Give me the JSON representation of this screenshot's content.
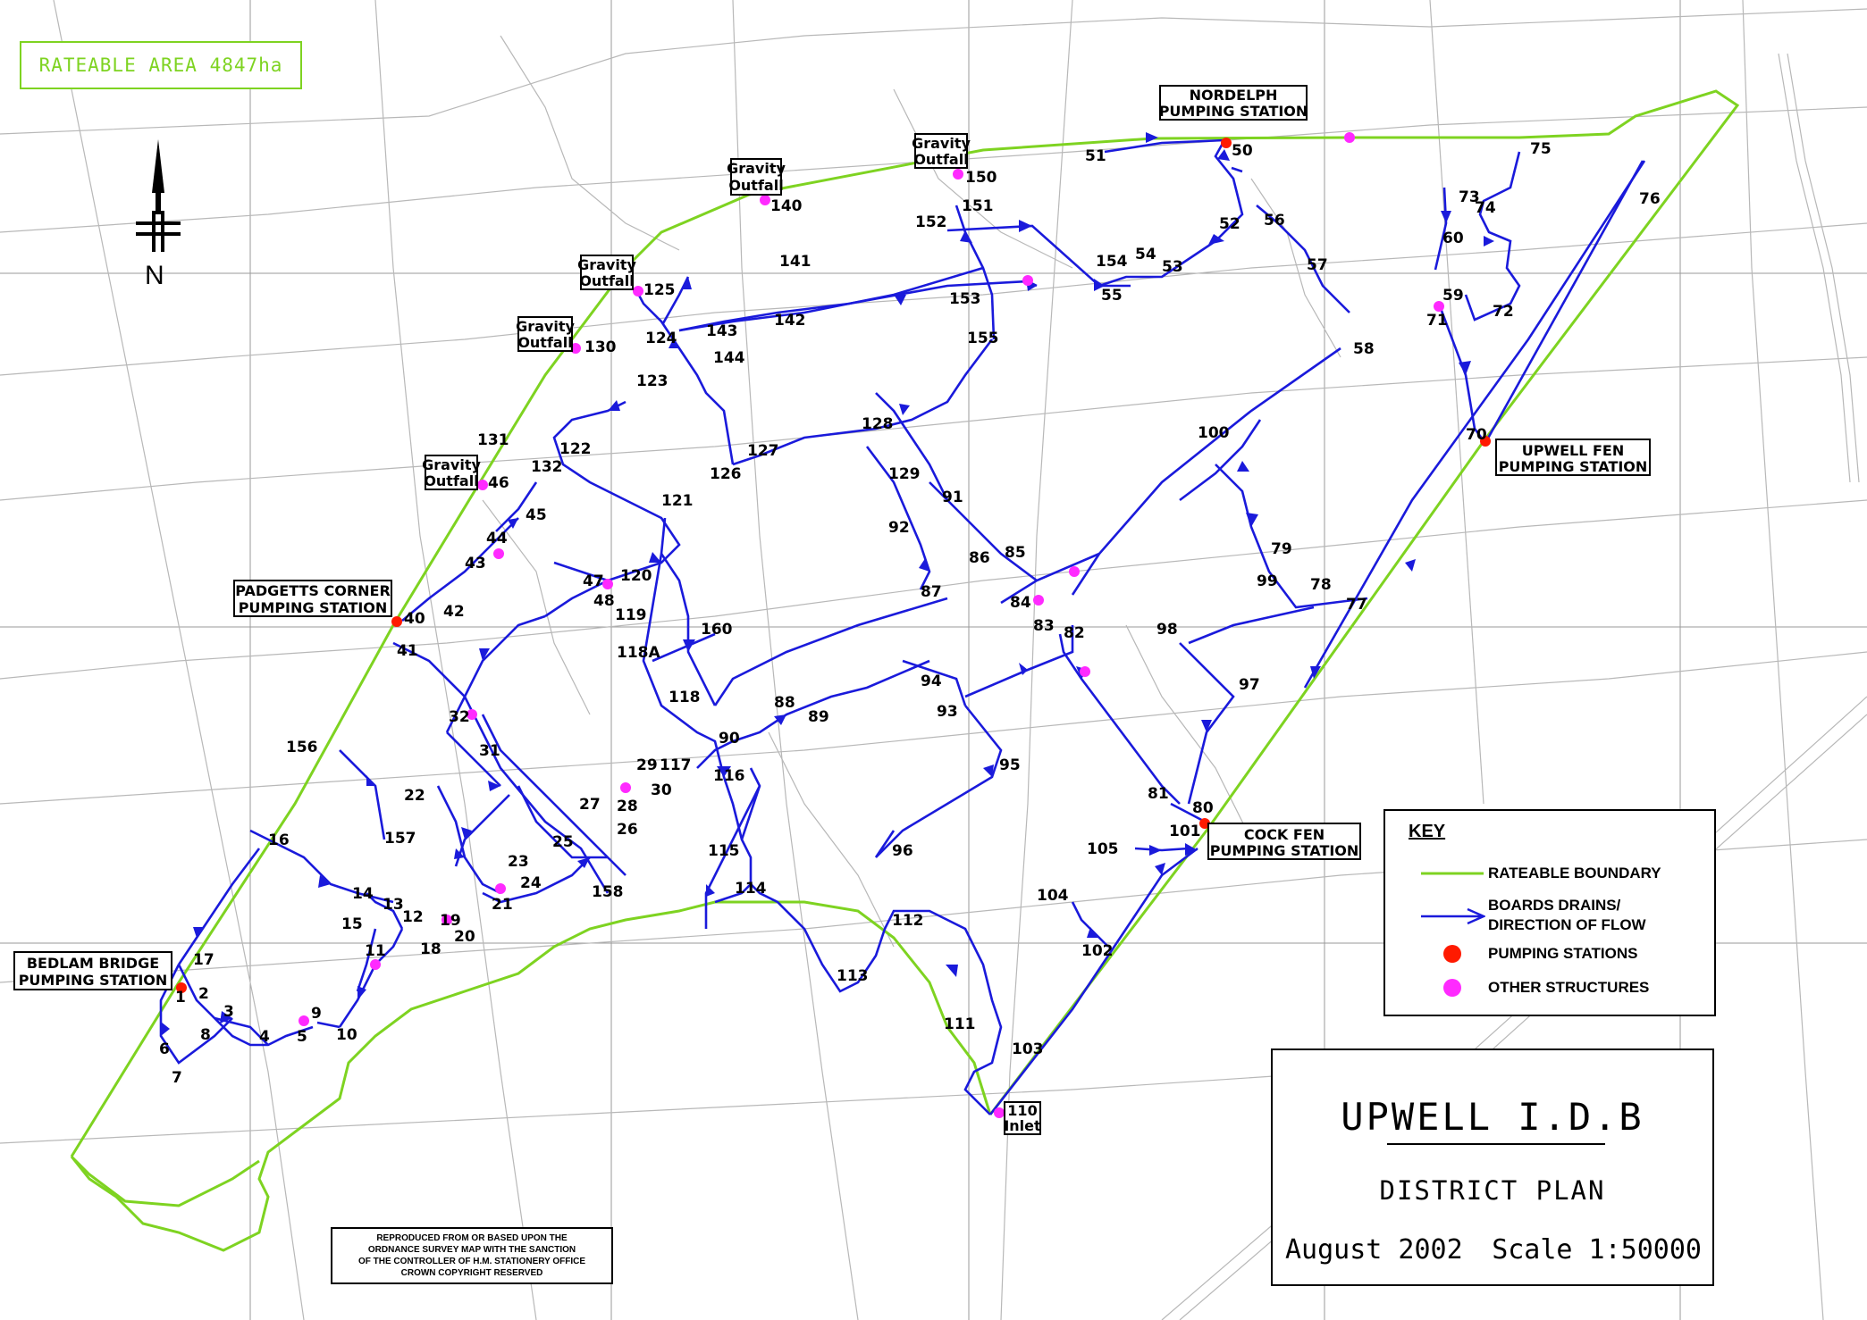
{
  "rateable_area": "RATEABLE AREA 4847ha",
  "north_label": "N",
  "title": {
    "main": "UPWELL I.D.B",
    "sub": "DISTRICT PLAN",
    "date": "August 2002",
    "scale": "Scale 1:50000"
  },
  "key": {
    "title": "KEY",
    "items": [
      {
        "label": "RATEABLE BOUNDARY",
        "symbol": "green-line"
      },
      {
        "label": "BOARDS DRAINS/",
        "label2": "DIRECTION OF FLOW",
        "symbol": "blue-arrow-line"
      },
      {
        "label": "PUMPING STATIONS",
        "symbol": "red-dot"
      },
      {
        "label": "OTHER STRUCTURES",
        "symbol": "magenta-dot"
      }
    ]
  },
  "copyright": [
    "REPRODUCED FROM OR BASED UPON THE",
    "ORDNANCE SURVEY MAP WITH THE SANCTION",
    "OF THE CONTROLLER OF H.M. STATIONERY OFFICE",
    "CROWN COPYRIGHT RESERVED"
  ],
  "colors": {
    "boundary": "#7ed321",
    "drain": "#1a1adb",
    "pumping_station": "#ff1a00",
    "other_structure": "#ff2aff"
  },
  "stations": [
    {
      "line1": "NORDELPH",
      "line2": "PUMPING STATION"
    },
    {
      "line1": "UPWELL FEN",
      "line2": "PUMPING STATION"
    },
    {
      "line1": "PADGETTS CORNER",
      "line2": "PUMPING STATION"
    },
    {
      "line1": "COCK FEN",
      "line2": "PUMPING STATION"
    },
    {
      "line1": "BEDLAM BRIDGE",
      "line2": "PUMPING STATION"
    }
  ],
  "outfalls": [
    {
      "line1": "Gravity",
      "line2": "Outfall"
    },
    {
      "line1": "Gravity",
      "line2": "Outfall"
    },
    {
      "line1": "Gravity",
      "line2": "Outfall"
    },
    {
      "line1": "Gravity",
      "line2": "Outfall"
    },
    {
      "line1": "Gravity",
      "line2": "Outfall"
    }
  ],
  "inlet": {
    "line1": "110",
    "line2": "Inlet"
  },
  "numbers": [
    "1",
    "2",
    "3",
    "4",
    "5",
    "6",
    "7",
    "8",
    "9",
    "10",
    "11",
    "12",
    "13",
    "14",
    "15",
    "16",
    "17",
    "18",
    "19",
    "20",
    "21",
    "22",
    "23",
    "24",
    "25",
    "26",
    "27",
    "28",
    "29",
    "30",
    "31",
    "32",
    "40",
    "41",
    "42",
    "43",
    "44",
    "45",
    "46",
    "47",
    "48",
    "50",
    "51",
    "52",
    "53",
    "54",
    "55",
    "56",
    "57",
    "58",
    "59",
    "60",
    "70",
    "71",
    "72",
    "73",
    "74",
    "75",
    "76",
    "77",
    "78",
    "79",
    "80",
    "81",
    "82",
    "83",
    "84",
    "85",
    "86",
    "87",
    "88",
    "89",
    "90",
    "91",
    "92",
    "93",
    "94",
    "95",
    "96",
    "97",
    "98",
    "99",
    "100",
    "101",
    "102",
    "103",
    "104",
    "105",
    "111",
    "112",
    "113",
    "114",
    "115",
    "116",
    "117",
    "118",
    "118A",
    "119",
    "120",
    "121",
    "122",
    "123",
    "124",
    "125",
    "126",
    "127",
    "128",
    "129",
    "130",
    "131",
    "132",
    "140",
    "141",
    "142",
    "143",
    "144",
    "150",
    "151",
    "152",
    "153",
    "154",
    "155",
    "156",
    "157",
    "158",
    "160"
  ]
}
